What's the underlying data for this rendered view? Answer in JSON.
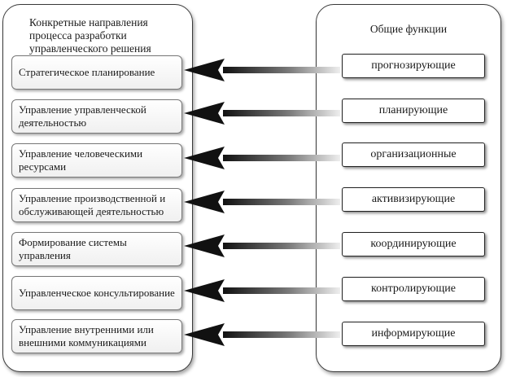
{
  "left_panel": {
    "title": "Конкретные направления процесса разработки управленческого решения",
    "items": [
      "Стратегическое планирование",
      "Управление управленческой деятельностью",
      "Управление человеческими ресурсами",
      "Управление производственной и обслуживающей деятельностью",
      "Формирование системы управления",
      "Управленческое консультирование",
      "Управление внутренними или внешними коммуникациями"
    ]
  },
  "right_panel": {
    "title": "Общие функции",
    "items": [
      "прогнозирующие",
      "планирующие",
      "организационные",
      "активизирующие",
      "координирующие",
      "контролирующие",
      "информирующие"
    ]
  },
  "colors": {
    "arrow_dark": "#111111",
    "arrow_light": "#e8e8e8",
    "border": "#3a3a3a"
  }
}
